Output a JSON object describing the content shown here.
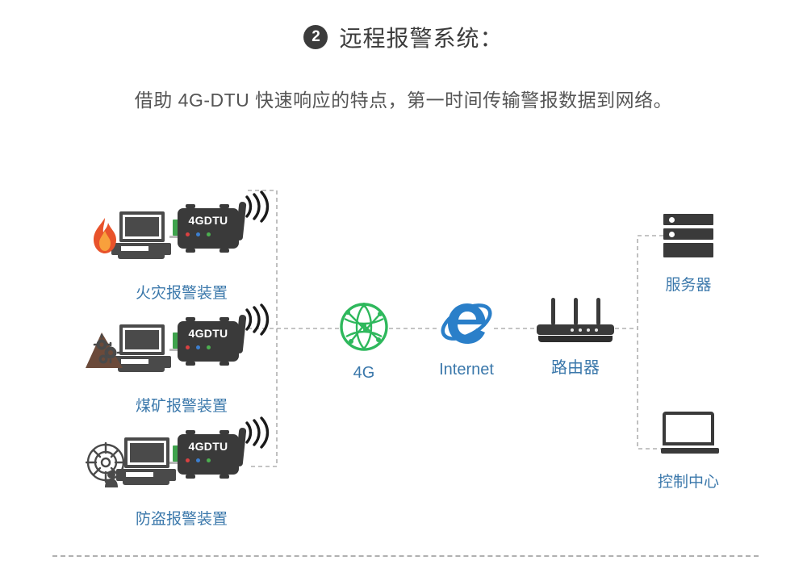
{
  "header": {
    "badge_number": "2",
    "title": "远程报警系统：",
    "subtitle": "借助 4G-DTU 快速响应的特点，第一时间传输警报数据到网络。"
  },
  "colors": {
    "label_blue": "#3b78ab",
    "title_dark": "#3b3b3b",
    "device_dark": "#3a3a3a",
    "led_red": "#d94141",
    "led_blue": "#3c7fd0",
    "led_green": "#4caf50",
    "connector_green": "#3fa34d",
    "flame_orange": "#e8532b",
    "mine_brown": "#6b4a3a",
    "net_green": "#2eb85c",
    "ie_blue": "#2a7fc9",
    "dashed_gray": "#b0b0b0"
  },
  "devices": [
    {
      "label": "火灾报警装置",
      "module_text": "4GDTU",
      "hazard_icon": "flame-icon",
      "leds": [
        "led_red",
        "led_blue",
        "led_green"
      ]
    },
    {
      "label": "煤矿报警装置",
      "module_text": "4GDTU",
      "hazard_icon": "rockslide-gear-icon",
      "leds": [
        "led_red",
        "led_blue",
        "led_green"
      ]
    },
    {
      "label": "防盗报警装置",
      "module_text": "4GDTU",
      "hazard_icon": "radar-intruder-icon",
      "leds": [
        "led_red",
        "led_blue",
        "led_green"
      ]
    }
  ],
  "network": [
    {
      "name": "4G",
      "icon": "network-globe-icon"
    },
    {
      "name": "Internet",
      "icon": "internet-explorer-icon"
    },
    {
      "name": "路由器",
      "icon": "router-icon"
    }
  ],
  "endpoints": [
    {
      "name": "服务器",
      "icon": "server-rack-icon"
    },
    {
      "name": "控制中心",
      "icon": "laptop-icon"
    }
  ]
}
